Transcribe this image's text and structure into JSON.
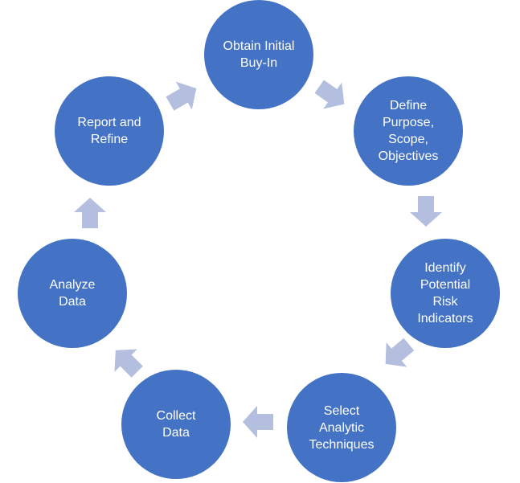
{
  "colors": {
    "node": "#4472C4",
    "arrow": "#B4BFE0",
    "text": "#FFFFFF"
  },
  "steps": [
    {
      "label": "Obtain Initial Buy-In"
    },
    {
      "label": "Define Purpose, Scope, Objectives"
    },
    {
      "label": "Identify Potential Risk Indicators"
    },
    {
      "label": "Select Analytic Techniques"
    },
    {
      "label": "Collect Data"
    },
    {
      "label": "Analyze Data"
    },
    {
      "label": "Report and Refine"
    }
  ]
}
